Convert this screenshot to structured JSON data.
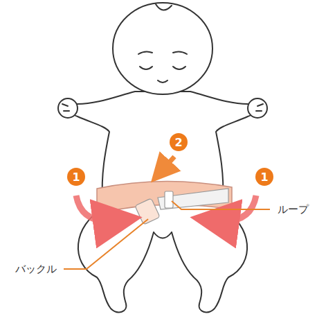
{
  "diagram": {
    "labels": [
      "1",
      "2",
      "1",
      "ループ",
      "バックル"
    ]
  }
}
